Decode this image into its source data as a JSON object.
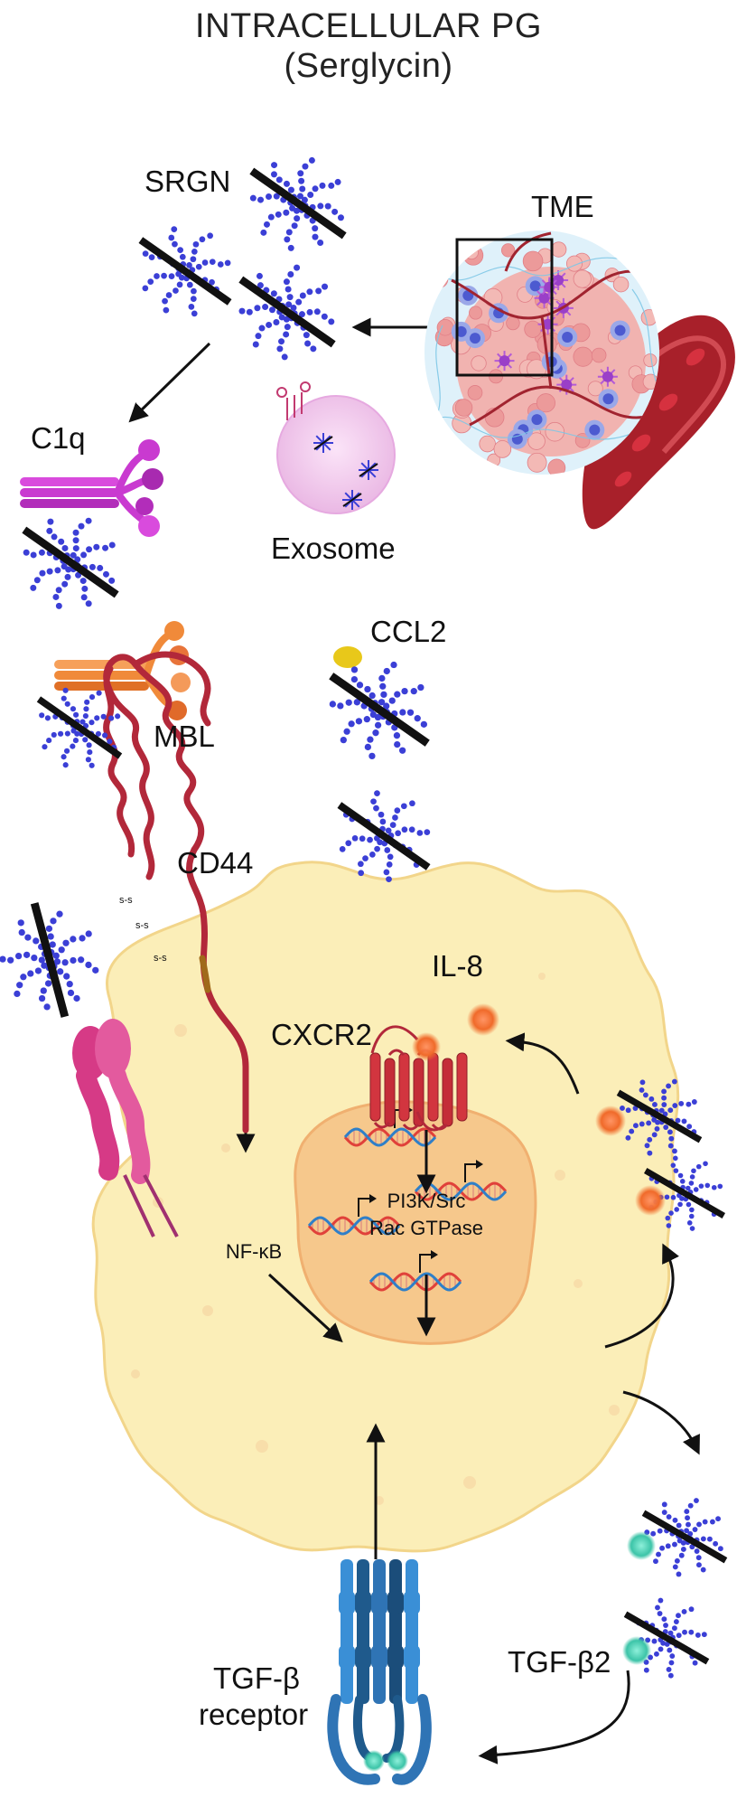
{
  "title": {
    "line1": "INTRACELLULAR PG",
    "line2": "(Serglycin)"
  },
  "labels": {
    "srgn": "SRGN",
    "tme": "TME",
    "c1q": "C1q",
    "exosome": "Exosome",
    "ccl2": "CCL2",
    "mbl": "MBL",
    "cd44": "CD44",
    "il8": "IL-8",
    "cxcr2": "CXCR2",
    "pi3k": "PI3K/Src",
    "rac": "Rac GTPase",
    "nfkb": "NF-κB",
    "tgfb_receptor_1": "TGF-β",
    "tgfb_receptor_2": "receptor",
    "tgfb2": "TGF-β2",
    "disulfide": "s-s"
  },
  "colors": {
    "proteoglycan_bead": "#3b3fd6",
    "core_protein": "#111111",
    "cell_body": "#fbeeb8",
    "nucleus": "#f6c88c",
    "c1q": "#c93ad0",
    "mbl": "#f08a3a",
    "cd44": "#b2283a",
    "cxcr2": "#d2353f",
    "il8": "#f06a2a",
    "ccl2": "#e8c81a",
    "tgfb2": "#3cc4a8",
    "tgfb_receptor": "#2f74b5",
    "dna_red": "#e0413a",
    "dna_blue": "#2f7fc8",
    "exosome": "#f3c8ef",
    "vessel": "#a8202a"
  },
  "icons": [
    "proteoglycan-icon",
    "tme-tissue-icon",
    "c1q-icon",
    "mbl-icon",
    "exosome-icon",
    "cd44-icon",
    "cxcr2-icon",
    "tgf-beta-receptor-icon",
    "dna-icon",
    "cell-icon",
    "nucleus-icon"
  ]
}
